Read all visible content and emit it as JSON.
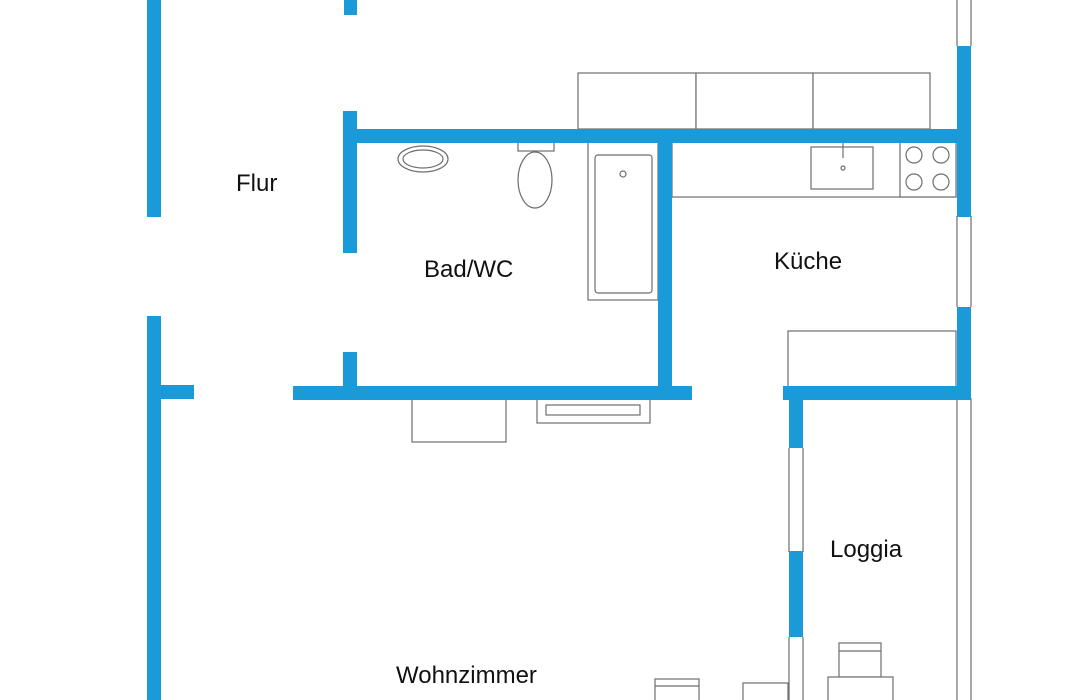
{
  "plan": {
    "wall_color": "#1a9ad8",
    "line_color": "#6d6d6d",
    "rooms": {
      "flur": "Flur",
      "bad_wc": "Bad/WC",
      "kueche": "Küche",
      "loggia": "Loggia",
      "wohnzimmer": "Wohnzimmer"
    }
  }
}
